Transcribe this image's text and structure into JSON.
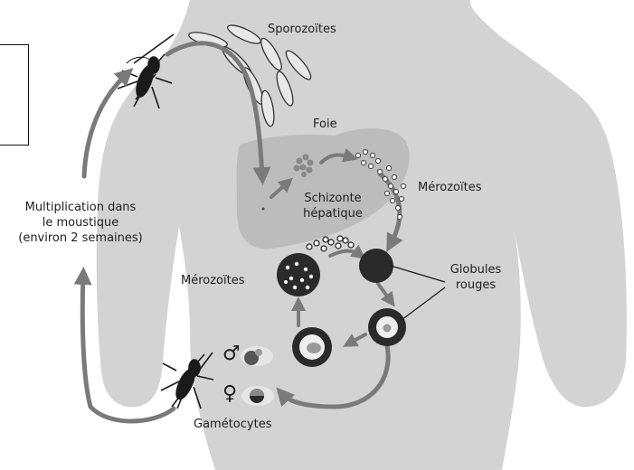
{
  "labels": {
    "sporozoites": "Sporozoïtes",
    "foie": "Foie",
    "schizonte_line1": "Schizonte",
    "schizonte_line2": "hépatique",
    "merozoites_liver": "Mérozoïtes",
    "multiplication_line1": "Multiplication dans",
    "multiplication_line2": "le moustique",
    "multiplication_line3": "(environ 2 semaines)",
    "merozoites_blood": "Mérozoïtes",
    "globules_line1": "Globules",
    "globules_line2": "rouges",
    "gametocytes": "Gamétocytes",
    "male_symbol": "♂",
    "female_symbol": "♀"
  },
  "colors": {
    "body": "#d3d3d3",
    "liver": "#bcbcbc",
    "arrow": "#7a7a7a",
    "cell": "#2a2a2a",
    "text": "#1e1e1e"
  }
}
